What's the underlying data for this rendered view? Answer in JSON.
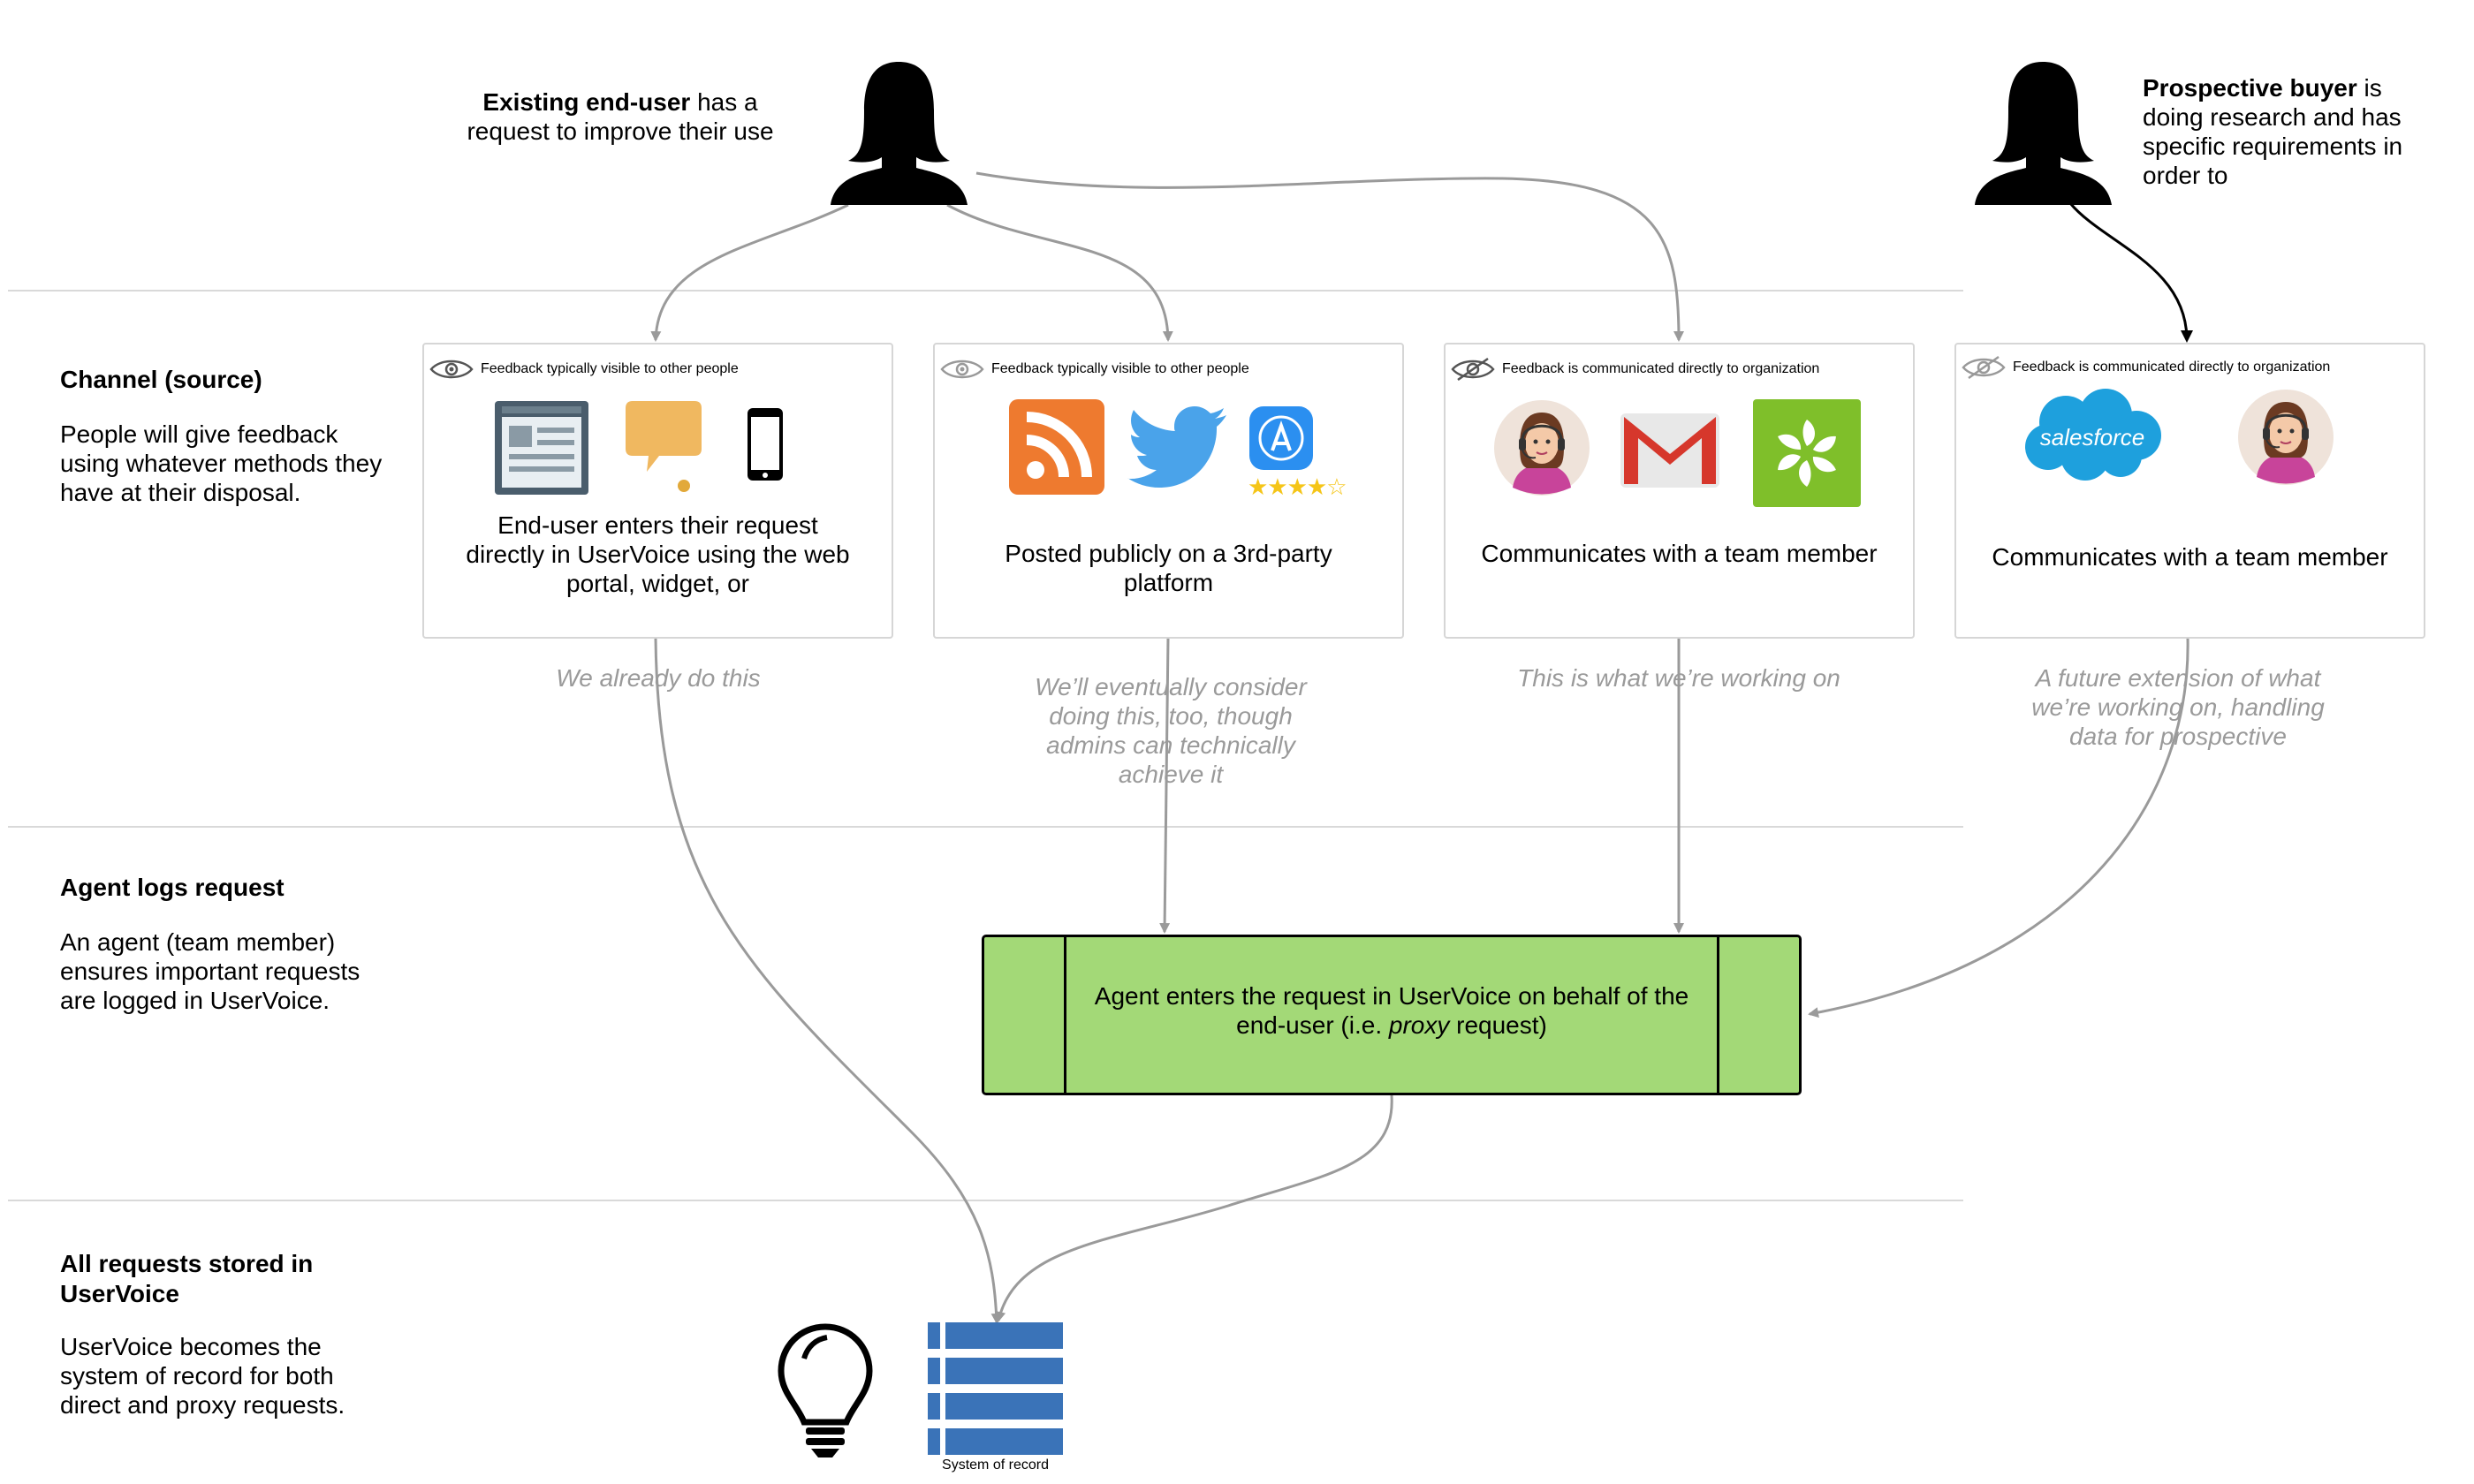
{
  "users": {
    "existing": {
      "bold": "Existing end-user",
      "rest": " has a request to improve their use"
    },
    "prospective": {
      "bold": "Prospective buyer",
      "rest": " is doing research and has specific requirements in order to"
    }
  },
  "rows": [
    {
      "title": "Channel (source)",
      "description": "People will give feedback using whatever methods they have at their disposal."
    },
    {
      "title": "Agent logs request",
      "description": "An agent (team member) ensures important requests are logged in UserVoice."
    },
    {
      "title": "All requests stored in UserVoice",
      "description": "UserVoice becomes the system of record for both direct and proxy requests."
    }
  ],
  "cards": [
    {
      "visibility": "Feedback typically visible to other people",
      "text": "End-user enters their request directly in UserVoice using the web portal, widget, or",
      "note": "We already do this",
      "icons": [
        "web-portal-icon",
        "speech-bubble-icon",
        "mobile-phone-icon"
      ]
    },
    {
      "visibility": "Feedback typically visible to other people",
      "text": "Posted publicly on a 3rd-party platform",
      "note": "We’ll eventually consider doing this, too, though admins can technically achieve it",
      "icons": [
        "rss-icon",
        "twitter-icon",
        "app-store-icon"
      ]
    },
    {
      "visibility": "Feedback is communicated directly to organization",
      "text": "Communicates with a team member",
      "note": "This is what we’re working on",
      "icons": [
        "support-agent-icon",
        "gmail-icon",
        "zendesk-icon"
      ]
    },
    {
      "visibility": "Feedback is communicated directly to organization",
      "text": "Communicates with a team member",
      "note": "A future extension of what we’re working on, handling data for prospective",
      "icons": [
        "salesforce-icon",
        "support-agent-icon"
      ],
      "salesforce_label": "salesforce"
    }
  ],
  "agent_box": {
    "line1": "Agent enters the request in UserVoice on behalf of the",
    "line2_prefix": "end-user (i.e. ",
    "line2_em": "proxy",
    "line2_suffix": " request)"
  },
  "system_of_record": {
    "label": "System of record"
  },
  "colors": {
    "agent_fill": "#a3d977",
    "arrow_gray": "#9a9a9a",
    "note_gray": "#9a9a9a",
    "card_border": "#d6d6d6",
    "record_blue": "#3a73b8"
  }
}
